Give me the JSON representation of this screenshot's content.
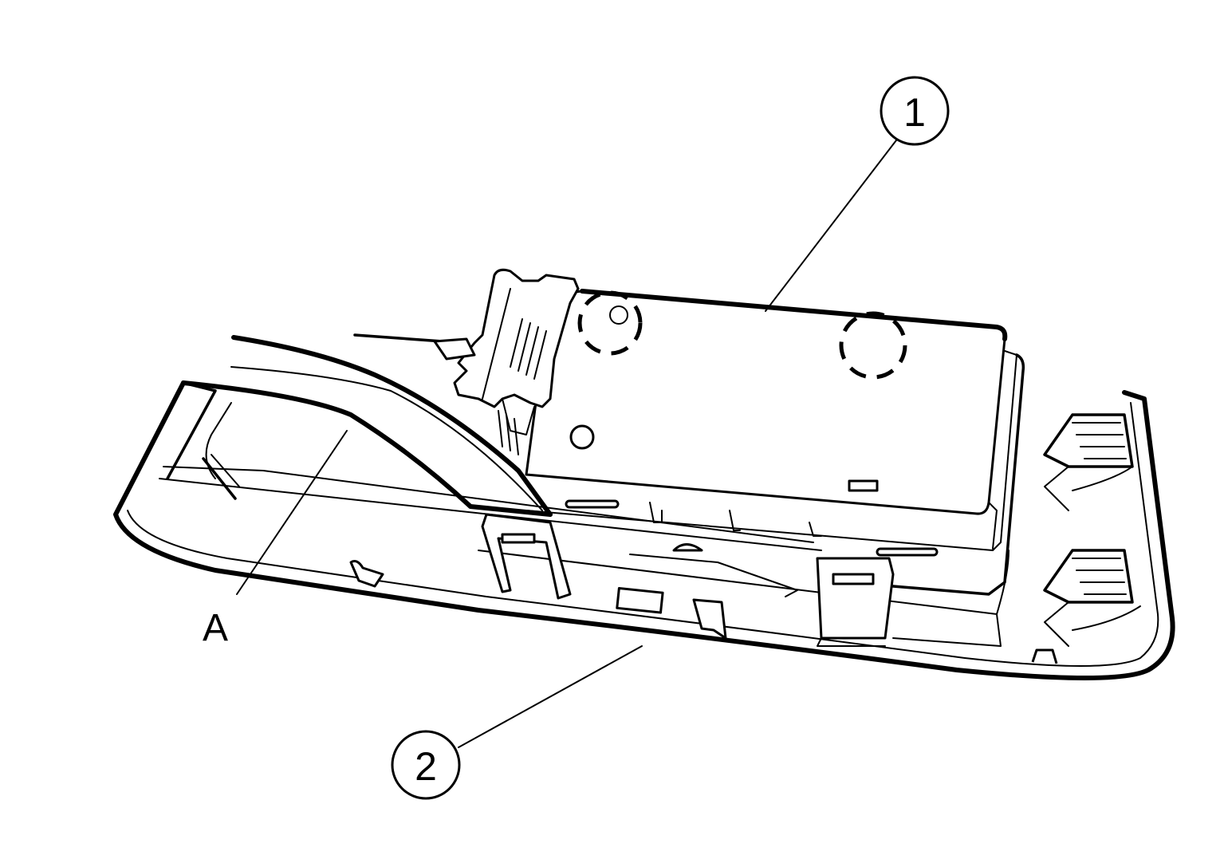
{
  "callouts": [
    {
      "id": "1",
      "text": "1"
    },
    {
      "id": "2",
      "text": "2"
    }
  ],
  "labels": [
    {
      "id": "A",
      "text": "A"
    }
  ]
}
